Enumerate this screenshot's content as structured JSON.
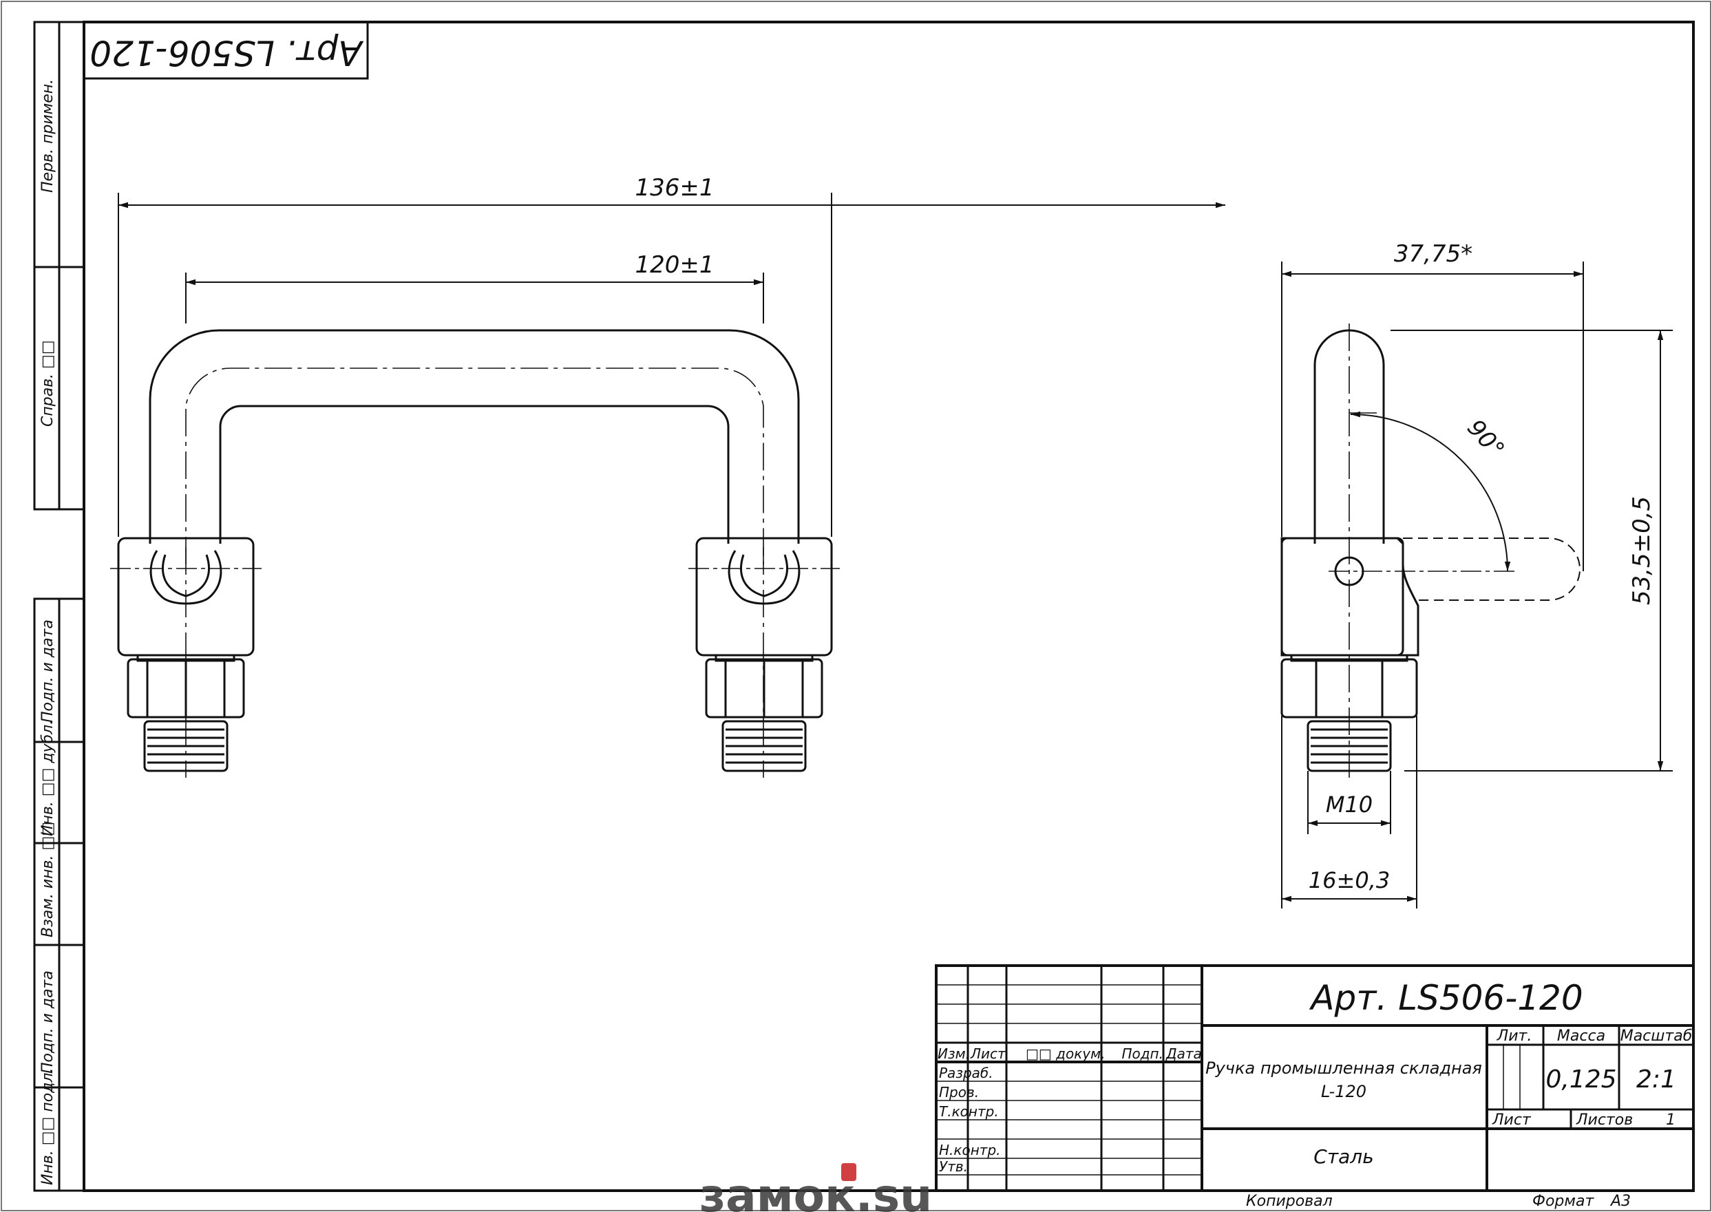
{
  "stamp_top": {
    "text": "Арт. LS506-120"
  },
  "left_strip": {
    "perv_primen": "Перв. примен.",
    "sprav": "Справ. □□",
    "podp_data_1": "Подп. и дата",
    "inv_dubl": "Инв. □□ дубл.",
    "vzam_inv": "Взам. инв. □□",
    "podp_data_2": "Подп. и дата",
    "inv_podl": "Инв. □□ подл."
  },
  "dimensions": {
    "overall_length": "136±1",
    "center_distance": "120±1",
    "side_width": "37,75*",
    "height": "53,5±0,5",
    "angle": "90°",
    "thread": "M10",
    "base_width": "16±0,3"
  },
  "title_block": {
    "article": "Арт. LS506-120",
    "name_line1": "Ручка промышленная складная",
    "name_line2": "L-120",
    "material": "Сталь",
    "col_izm": "Изм.",
    "col_list": "Лист",
    "col_doc": "□□ докум.",
    "col_podp": "Подп.",
    "col_data": "Дата",
    "row_razrab": "Разраб.",
    "row_prov": "Пров.",
    "row_tkontr": "Т.контр.",
    "row_nkontr": "Н.контр.",
    "row_utv": "Утв.",
    "lit_label": "Лит.",
    "massa_label": "Масса",
    "masshtab_label": "Масштаб",
    "massa_value": "0,125",
    "masshtab_value": "2:1",
    "sheet_label": "Лист",
    "sheets_label": "Листов",
    "sheets_value": "1",
    "kopiroval": "Копировал",
    "format_label": "Формат",
    "format_value": "А3"
  },
  "watermark": {
    "text": "замок.su"
  }
}
